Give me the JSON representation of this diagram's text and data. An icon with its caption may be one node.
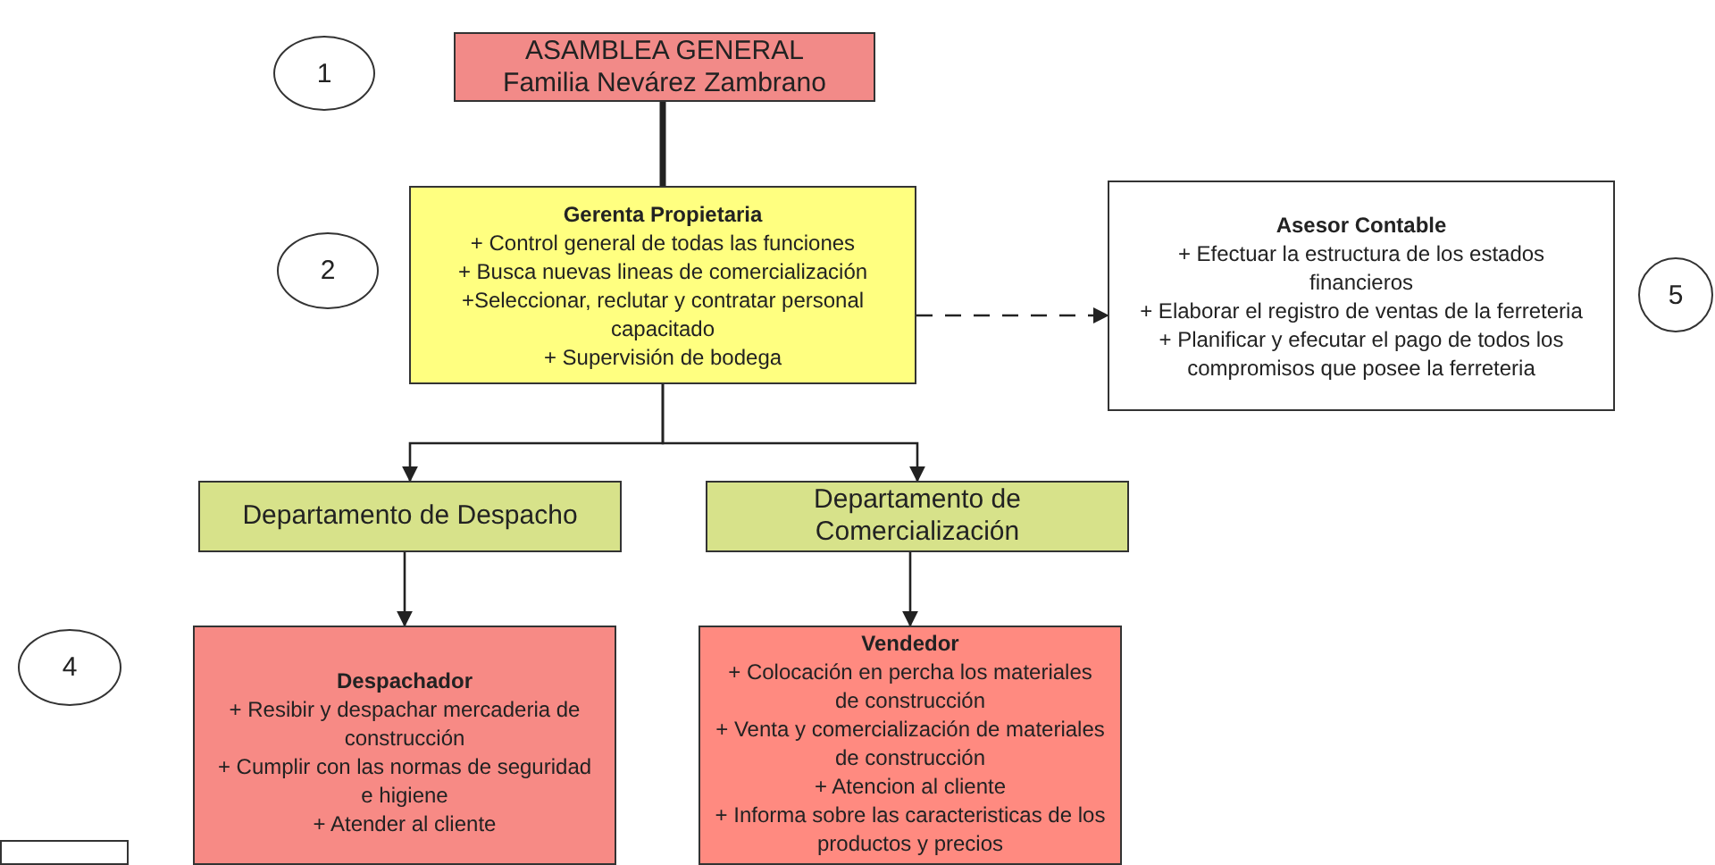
{
  "diagram": {
    "nodes": [
      {
        "text": [
          "1"
        ]
      },
      {
        "text": [
          "ASAMBLEA GENERAL",
          "Familia Nevárez Zambrano"
        ]
      },
      {
        "text": [
          "2"
        ]
      },
      {
        "text": [
          "Gerenta Propietaria",
          "+ Control general de todas las funciones",
          "+  Busca nuevas lineas de comercialización",
          "+Seleccionar, reclutar y contratar personal capacitado",
          "+ Supervisión de bodega"
        ]
      },
      {
        "text": [
          "Asesor Contable",
          "+ Efectuar la estructura de los estados financieros",
          "+ Elaborar  el registro de ventas de la ferreteria",
          "+ Planificar y efecutar el pago de todos los compromisos que posee la ferreteria"
        ]
      },
      {
        "text": [
          "5"
        ]
      },
      {
        "text": [
          "Departamento de Despacho"
        ]
      },
      {
        "text": [
          "Departamento de Comercialización"
        ]
      },
      {
        "text": [
          "4"
        ]
      },
      {
        "text": [
          "Despachador",
          "+ Resibir y despachar mercaderia de construcción",
          "+ Cumplir con las normas de seguridad e higiene",
          "+ Atender al cliente"
        ]
      },
      {
        "text": [
          "Vendedor",
          "+ Colocación en percha los materiales de construcción",
          "+ Venta y comercialización de materiales de construcción",
          "+ Atencion al cliente",
          "+ Informa sobre las caracteristicas de los productos y precios"
        ]
      },
      {
        "text": [],
        "shape": "box"
      }
    ],
    "edges": [
      {
        "from": 1,
        "to": 3,
        "arrow": "none",
        "style": "thick"
      },
      {
        "from": 3,
        "to": 4,
        "arrow": "to",
        "style": "dashed"
      },
      {
        "from": 3,
        "to": 6,
        "arrow": "to"
      },
      {
        "from": 3,
        "to": 7,
        "arrow": "to"
      },
      {
        "from": 6,
        "to": 9,
        "arrow": "to"
      },
      {
        "from": 7,
        "to": 10,
        "arrow": "to"
      }
    ]
  }
}
